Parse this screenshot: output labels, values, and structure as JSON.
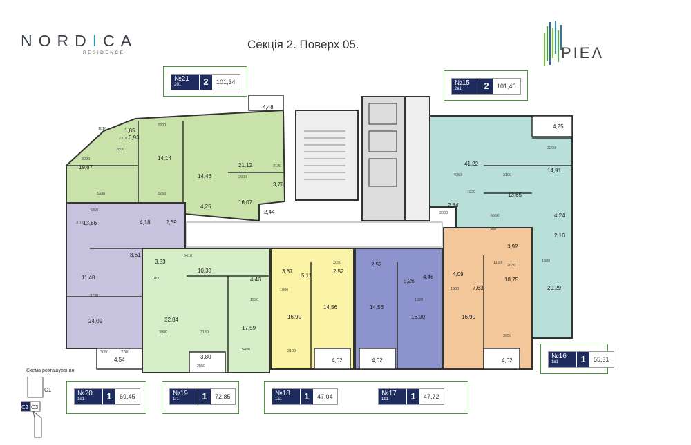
{
  "brand": {
    "name_pre": "NORD",
    "name_acc": "I",
    "name_mid": "C",
    "name_post": "A",
    "sub": "RESIDENCE"
  },
  "title": "Секція 2. Поверх 05.",
  "developer": {
    "name": "PIEΛ"
  },
  "scheme": {
    "label": "Схема розташування",
    "sections": [
      "C1",
      "C2",
      "C3"
    ]
  },
  "apartments": [
    {
      "id": "a21",
      "num": "№21",
      "type": "2б1",
      "rooms": "2",
      "area": "101,34"
    },
    {
      "id": "a15",
      "num": "№15",
      "type": "2в1",
      "rooms": "2",
      "area": "101,40"
    },
    {
      "id": "a16",
      "num": "№16",
      "type": "1в1",
      "rooms": "1",
      "area": "55,31"
    },
    {
      "id": "a20",
      "num": "№20",
      "type": "1е1",
      "rooms": "1",
      "area": "69,45"
    },
    {
      "id": "a19",
      "num": "№19",
      "type": "1г1",
      "rooms": "1",
      "area": "72,85"
    },
    {
      "id": "a18",
      "num": "№18",
      "type": "1а1",
      "rooms": "1",
      "area": "47,04"
    },
    {
      "id": "a17",
      "num": "№17",
      "type": "1б1",
      "rooms": "1",
      "area": "47,72"
    }
  ],
  "colors": {
    "green": "#c9e2a9",
    "purple": "#c7c3de",
    "lightgreen": "#d6efc8",
    "yellow": "#fbf3a6",
    "blue": "#7f86c6",
    "orange": "#f4c79a",
    "teal": "#b9e0d8",
    "core": "#d7d7d7",
    "corridor": "#ffffff"
  },
  "room_areas": [
    "19,67",
    "1,85",
    "0,93",
    "14,14",
    "21,12",
    "14,46",
    "4,48",
    "3,78",
    "16,07",
    "2,44",
    "4,25",
    "13,86",
    "4,18",
    "2,69",
    "8,61",
    "11,48",
    "24,09",
    "4,54",
    "3,83",
    "10,33",
    "32,84",
    "3,80",
    "4,46",
    "17,59",
    "3,87",
    "5,11",
    "2,52",
    "16,90",
    "14,56",
    "4,02",
    "2,52",
    "5,26",
    "4,46",
    "14,56",
    "16,90",
    "4,02",
    "4,09",
    "3,92",
    "7,63",
    "18,75",
    "16,90",
    "4,02",
    "41,22",
    "2,84",
    "13,65",
    "4,25",
    "14,91",
    "4,24",
    "2,16",
    "20,29"
  ],
  "dimensions": [
    "1610",
    "2310",
    "5330",
    "3250",
    "2900",
    "3200",
    "2120",
    "2800",
    "3090",
    "4360",
    "3700",
    "1800",
    "3730",
    "3050",
    "2700",
    "2550",
    "5410",
    "3980",
    "3150",
    "1920",
    "2050",
    "3100",
    "1800",
    "5450",
    "4050",
    "3100",
    "6560",
    "1930",
    "2000",
    "3200",
    "1980",
    "1900",
    "2030",
    "3050",
    "1300",
    "1180",
    "1920"
  ]
}
